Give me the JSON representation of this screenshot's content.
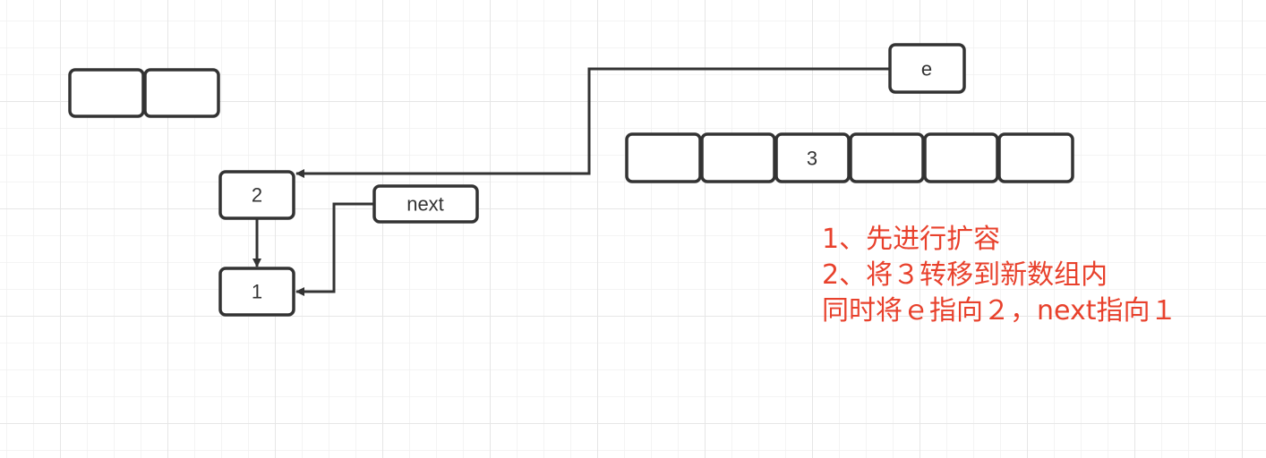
{
  "nodes": {
    "e_label": "e",
    "next_label": "next",
    "node_2": "2",
    "node_1": "1",
    "new_array_slot_3": "3"
  },
  "annotation": {
    "line1": "1、先进行扩容",
    "line2": "2、将３转移到新数组内",
    "line3": "同时将ｅ指向２，next指向１"
  },
  "colors": {
    "annotation": "#e8412c",
    "stroke": "#333333",
    "grid": "#ececec"
  }
}
